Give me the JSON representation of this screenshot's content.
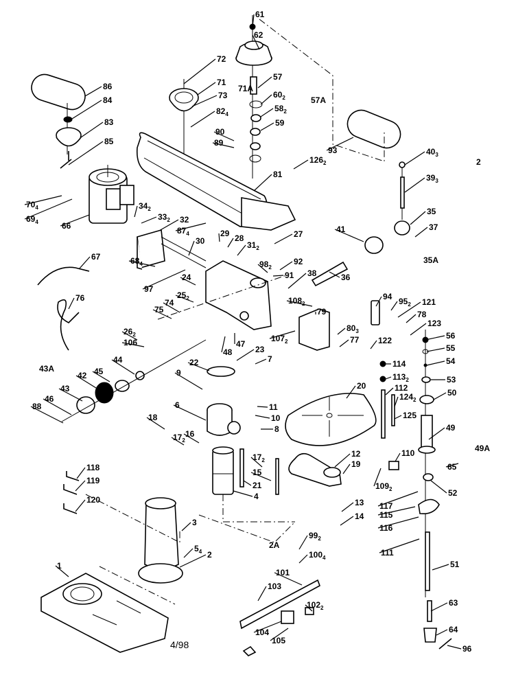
{
  "diagram": {
    "type": "exploded-parts-diagram",
    "subject": "drill press",
    "date_stamp": "4/98",
    "corner_number": "2",
    "callouts": [
      {
        "id": "61",
        "text": "61",
        "sub": ""
      },
      {
        "id": "62",
        "text": "62",
        "sub": ""
      },
      {
        "id": "57",
        "text": "57",
        "sub": ""
      },
      {
        "id": "60",
        "text": "60",
        "sub": "2"
      },
      {
        "id": "58",
        "text": "58",
        "sub": "2"
      },
      {
        "id": "59",
        "text": "59",
        "sub": ""
      },
      {
        "id": "57A",
        "text": "57A",
        "sub": ""
      },
      {
        "id": "72",
        "text": "72",
        "sub": ""
      },
      {
        "id": "71",
        "text": "71",
        "sub": ""
      },
      {
        "id": "73",
        "text": "73",
        "sub": ""
      },
      {
        "id": "71A",
        "text": "71A",
        "sub": ""
      },
      {
        "id": "82",
        "text": "82",
        "sub": "4"
      },
      {
        "id": "86",
        "text": "86",
        "sub": ""
      },
      {
        "id": "84",
        "text": "84",
        "sub": ""
      },
      {
        "id": "83",
        "text": "83",
        "sub": ""
      },
      {
        "id": "85",
        "text": "85",
        "sub": ""
      },
      {
        "id": "90",
        "text": "90",
        "sub": ""
      },
      {
        "id": "89",
        "text": "89",
        "sub": ""
      },
      {
        "id": "93",
        "text": "93",
        "sub": ""
      },
      {
        "id": "126",
        "text": "126",
        "sub": "2"
      },
      {
        "id": "81",
        "text": "81",
        "sub": ""
      },
      {
        "id": "40",
        "text": "40",
        "sub": "3"
      },
      {
        "id": "39",
        "text": "39",
        "sub": "3"
      },
      {
        "id": "35",
        "text": "35",
        "sub": ""
      },
      {
        "id": "37",
        "text": "37",
        "sub": ""
      },
      {
        "id": "35A",
        "text": "35A",
        "sub": ""
      },
      {
        "id": "41",
        "text": "41",
        "sub": ""
      },
      {
        "id": "36",
        "text": "36",
        "sub": ""
      },
      {
        "id": "70",
        "text": "70",
        "sub": "4"
      },
      {
        "id": "69",
        "text": "69",
        "sub": "4"
      },
      {
        "id": "66",
        "text": "66",
        "sub": ""
      },
      {
        "id": "34",
        "text": "34",
        "sub": "2"
      },
      {
        "id": "33",
        "text": "33",
        "sub": "2"
      },
      {
        "id": "32",
        "text": "32",
        "sub": ""
      },
      {
        "id": "87",
        "text": "87",
        "sub": "4"
      },
      {
        "id": "30",
        "text": "30",
        "sub": ""
      },
      {
        "id": "29",
        "text": "29",
        "sub": ""
      },
      {
        "id": "28",
        "text": "28",
        "sub": ""
      },
      {
        "id": "31",
        "text": "31",
        "sub": "2"
      },
      {
        "id": "27",
        "text": "27",
        "sub": ""
      },
      {
        "id": "98",
        "text": "98",
        "sub": "2"
      },
      {
        "id": "92",
        "text": "92",
        "sub": ""
      },
      {
        "id": "91",
        "text": "91",
        "sub": ""
      },
      {
        "id": "38",
        "text": "38",
        "sub": ""
      },
      {
        "id": "68",
        "text": "68",
        "sub": "4"
      },
      {
        "id": "97",
        "text": "97",
        "sub": ""
      },
      {
        "id": "24",
        "text": "24",
        "sub": ""
      },
      {
        "id": "67",
        "text": "67",
        "sub": ""
      },
      {
        "id": "76",
        "text": "76",
        "sub": ""
      },
      {
        "id": "25",
        "text": "25",
        "sub": "2"
      },
      {
        "id": "74",
        "text": "74",
        "sub": ""
      },
      {
        "id": "75",
        "text": "75",
        "sub": ""
      },
      {
        "id": "26",
        "text": "26",
        "sub": "2"
      },
      {
        "id": "106",
        "text": "106",
        "sub": ""
      },
      {
        "id": "108",
        "text": "108",
        "sub": "2"
      },
      {
        "id": "79",
        "text": "79",
        "sub": ""
      },
      {
        "id": "107",
        "text": "107",
        "sub": "2"
      },
      {
        "id": "80",
        "text": "80",
        "sub": "3"
      },
      {
        "id": "77",
        "text": "77",
        "sub": ""
      },
      {
        "id": "94",
        "text": "94",
        "sub": ""
      },
      {
        "id": "95",
        "text": "95",
        "sub": "2"
      },
      {
        "id": "121",
        "text": "121",
        "sub": ""
      },
      {
        "id": "78",
        "text": "78",
        "sub": ""
      },
      {
        "id": "123",
        "text": "123",
        "sub": ""
      },
      {
        "id": "122",
        "text": "122",
        "sub": ""
      },
      {
        "id": "56",
        "text": "56",
        "sub": ""
      },
      {
        "id": "55",
        "text": "55",
        "sub": ""
      },
      {
        "id": "54",
        "text": "54",
        "sub": ""
      },
      {
        "id": "53",
        "text": "53",
        "sub": ""
      },
      {
        "id": "50",
        "text": "50",
        "sub": ""
      },
      {
        "id": "49",
        "text": "49",
        "sub": ""
      },
      {
        "id": "49A",
        "text": "49A",
        "sub": ""
      },
      {
        "id": "65",
        "text": "65",
        "sub": ""
      },
      {
        "id": "52",
        "text": "52",
        "sub": ""
      },
      {
        "id": "114",
        "text": "114",
        "sub": ""
      },
      {
        "id": "113",
        "text": "113",
        "sub": "2"
      },
      {
        "id": "112",
        "text": "112",
        "sub": ""
      },
      {
        "id": "124",
        "text": "124",
        "sub": "2"
      },
      {
        "id": "125",
        "text": "125",
        "sub": ""
      },
      {
        "id": "110",
        "text": "110",
        "sub": ""
      },
      {
        "id": "109",
        "text": "109",
        "sub": "2"
      },
      {
        "id": "117",
        "text": "117",
        "sub": ""
      },
      {
        "id": "115",
        "text": "115",
        "sub": ""
      },
      {
        "id": "116",
        "text": "116",
        "sub": ""
      },
      {
        "id": "111",
        "text": "111",
        "sub": ""
      },
      {
        "id": "51",
        "text": "51",
        "sub": ""
      },
      {
        "id": "63",
        "text": "63",
        "sub": ""
      },
      {
        "id": "64",
        "text": "64",
        "sub": ""
      },
      {
        "id": "96",
        "text": "96",
        "sub": ""
      },
      {
        "id": "48",
        "text": "48",
        "sub": ""
      },
      {
        "id": "47",
        "text": "47",
        "sub": ""
      },
      {
        "id": "23",
        "text": "23",
        "sub": ""
      },
      {
        "id": "22",
        "text": "22",
        "sub": ""
      },
      {
        "id": "7",
        "text": "7",
        "sub": ""
      },
      {
        "id": "9",
        "text": "9",
        "sub": ""
      },
      {
        "id": "43A",
        "text": "43A",
        "sub": ""
      },
      {
        "id": "42",
        "text": "42",
        "sub": ""
      },
      {
        "id": "45",
        "text": "45",
        "sub": ""
      },
      {
        "id": "44",
        "text": "44",
        "sub": ""
      },
      {
        "id": "43",
        "text": "43",
        "sub": ""
      },
      {
        "id": "46",
        "text": "46",
        "sub": ""
      },
      {
        "id": "88",
        "text": "88",
        "sub": ""
      },
      {
        "id": "20",
        "text": "20",
        "sub": ""
      },
      {
        "id": "6",
        "text": "6",
        "sub": ""
      },
      {
        "id": "11",
        "text": "11",
        "sub": ""
      },
      {
        "id": "10",
        "text": "10",
        "sub": ""
      },
      {
        "id": "8",
        "text": "8",
        "sub": ""
      },
      {
        "id": "18",
        "text": "18",
        "sub": ""
      },
      {
        "id": "17a",
        "text": "17",
        "sub": "2"
      },
      {
        "id": "16",
        "text": "16",
        "sub": ""
      },
      {
        "id": "17b",
        "text": "17",
        "sub": "2"
      },
      {
        "id": "15",
        "text": "15",
        "sub": ""
      },
      {
        "id": "21",
        "text": "21",
        "sub": ""
      },
      {
        "id": "12",
        "text": "12",
        "sub": ""
      },
      {
        "id": "19",
        "text": "19",
        "sub": ""
      },
      {
        "id": "13",
        "text": "13",
        "sub": ""
      },
      {
        "id": "14",
        "text": "14",
        "sub": ""
      },
      {
        "id": "4",
        "text": "4",
        "sub": ""
      },
      {
        "id": "118",
        "text": "118",
        "sub": ""
      },
      {
        "id": "119",
        "text": "119",
        "sub": ""
      },
      {
        "id": "120",
        "text": "120",
        "sub": ""
      },
      {
        "id": "3",
        "text": "3",
        "sub": ""
      },
      {
        "id": "2A",
        "text": "2A",
        "sub": ""
      },
      {
        "id": "5",
        "text": "5",
        "sub": "4"
      },
      {
        "id": "2",
        "text": "2",
        "sub": ""
      },
      {
        "id": "1",
        "text": "1",
        "sub": ""
      },
      {
        "id": "99",
        "text": "99",
        "sub": "2"
      },
      {
        "id": "100",
        "text": "100",
        "sub": "4"
      },
      {
        "id": "101",
        "text": "101",
        "sub": ""
      },
      {
        "id": "103",
        "text": "103",
        "sub": ""
      },
      {
        "id": "102",
        "text": "102",
        "sub": "2"
      },
      {
        "id": "104",
        "text": "104",
        "sub": ""
      },
      {
        "id": "105",
        "text": "105",
        "sub": ""
      }
    ]
  }
}
